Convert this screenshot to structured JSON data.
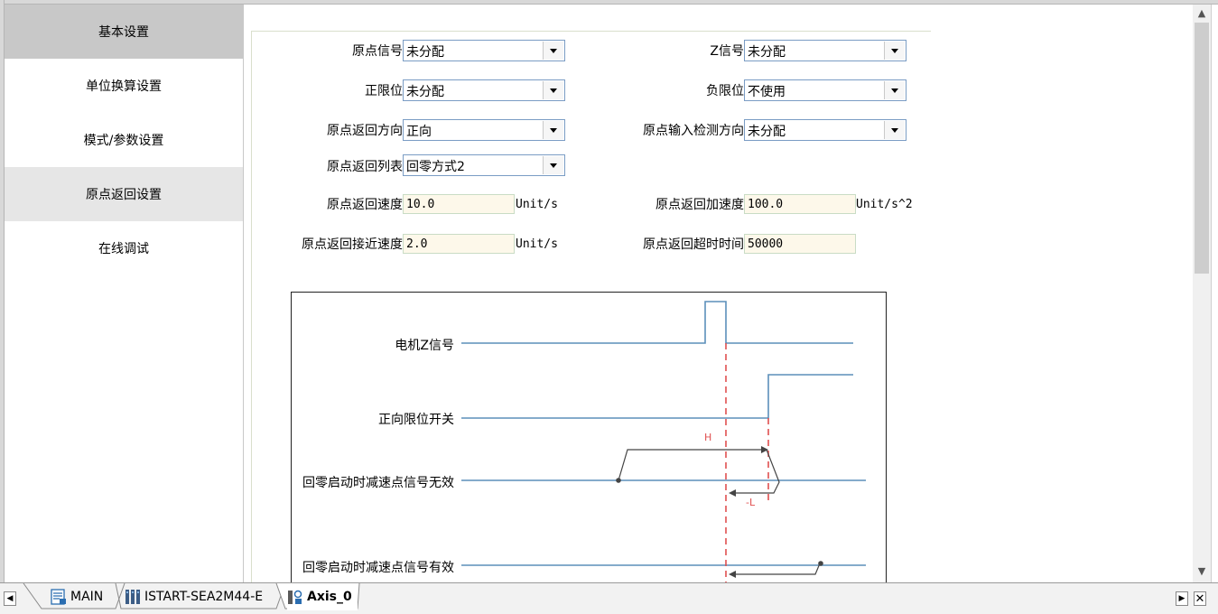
{
  "sidebar": {
    "items": [
      {
        "label": "基本设置",
        "state": "selected"
      },
      {
        "label": "单位换算设置",
        "state": "normal"
      },
      {
        "label": "模式/参数设置",
        "state": "normal"
      },
      {
        "label": "原点返回设置",
        "state": "hover"
      },
      {
        "label": "在线调试",
        "state": "normal"
      }
    ]
  },
  "form": {
    "origin_signal": {
      "label": "原点信号",
      "value": "未分配"
    },
    "z_signal": {
      "label": "Z信号",
      "value": "未分配"
    },
    "positive_limit": {
      "label": "正限位",
      "value": "未分配"
    },
    "negative_limit": {
      "label": "负限位",
      "value": "不使用"
    },
    "return_direction": {
      "label": "原点返回方向",
      "value": "正向"
    },
    "input_detect_direction": {
      "label": "原点输入检测方向",
      "value": "未分配"
    },
    "return_list": {
      "label": "原点返回列表",
      "value": "回零方式2"
    },
    "return_speed": {
      "label": "原点返回速度",
      "value": "10.0",
      "unit": "Unit/s"
    },
    "return_accel": {
      "label": "原点返回加速度",
      "value": "100.0",
      "unit": "Unit/s^2"
    },
    "approach_speed": {
      "label": "原点返回接近速度",
      "value": "2.0",
      "unit": "Unit/s"
    },
    "timeout": {
      "label": "原点返回超时时间",
      "value": "50000"
    }
  },
  "diagram": {
    "signals": [
      "电机Z信号",
      "正向限位开关",
      "回零启动时减速点信号无效",
      "回零启动时减速点信号有效"
    ],
    "mark_h": "H",
    "mark_l": "-L",
    "colors": {
      "signal": "#5b8fba",
      "marker": "#e05050",
      "path": "#444444"
    }
  },
  "tabs": [
    {
      "label": "MAIN",
      "icon": "program-icon"
    },
    {
      "label": "ISTART-SEA2M44-E",
      "icon": "device-icon"
    },
    {
      "label": "Axis_0",
      "icon": "axis-icon",
      "active": true
    }
  ]
}
